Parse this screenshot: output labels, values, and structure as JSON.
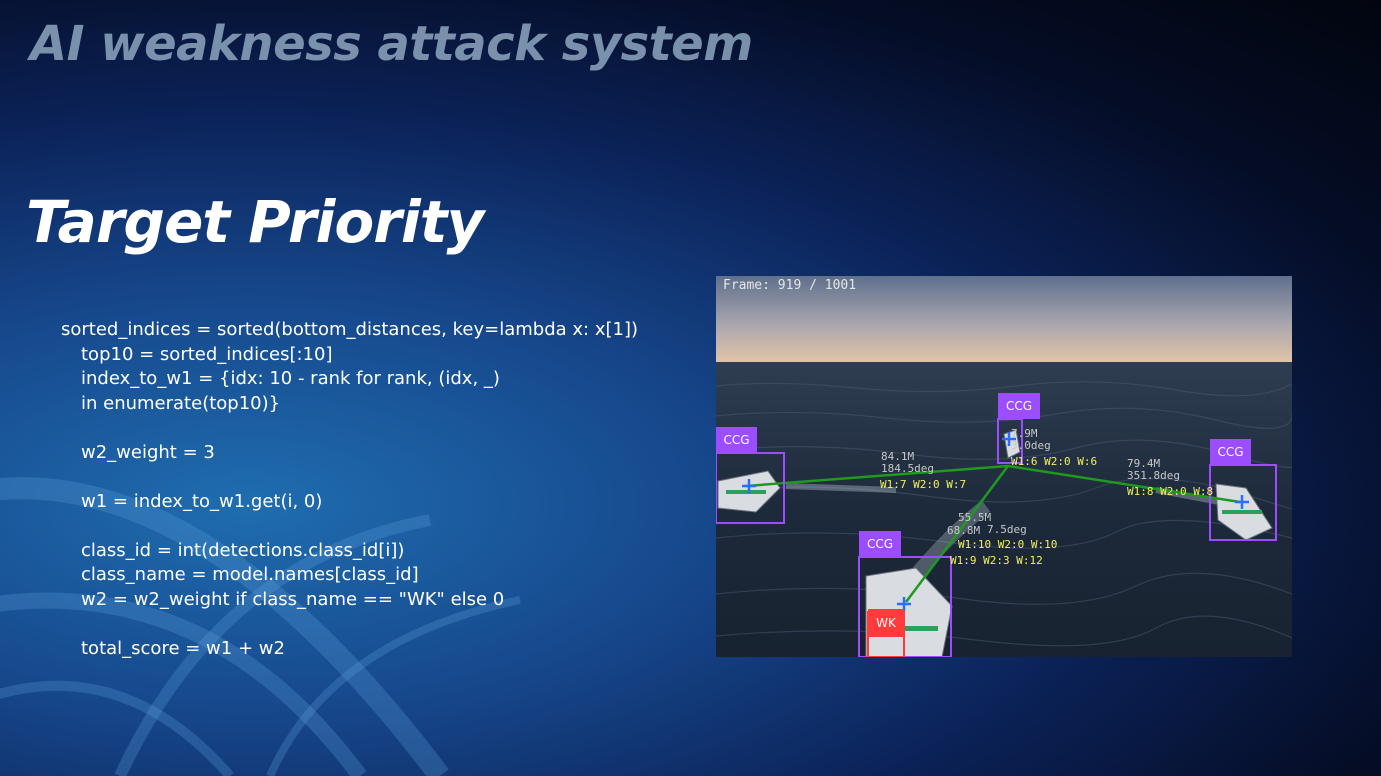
{
  "app_title": "AI weakness attack system",
  "section_title": "Target Priority",
  "code_lines": [
    "sorted_indices = sorted(bottom_distances, key=lambda x: x[1])",
    "top10 = sorted_indices[:10]",
    "index_to_w1 = {idx: 10 - rank for rank, (idx, _)",
    "in enumerate(top10)}",
    "w2_weight = 3",
    "w1 = index_to_w1.get(i, 0)",
    "class_id = int(detections.class_id[i])",
    "class_name = model.names[class_id]",
    "w2 = w2_weight if class_name == \"WK\" else 0",
    "total_score = w1 + w2"
  ],
  "detection_frame": {
    "frame_counter": "Frame: 919 / 1001",
    "colors": {
      "box": "#9b4dff",
      "wk_tag": "#ff3b3b",
      "link_line": "#1f9a1f",
      "cross": "#2a6cff",
      "weight_text": "#f2f25a"
    },
    "detections": [
      {
        "class": "CCG",
        "dist": "84.1M",
        "angle": "184.5deg",
        "weights": "W1:7 W2:0 W:7"
      },
      {
        "class": "CCG",
        "dist": "7.9M",
        "angle": "3.0deg",
        "weights": "W1:6 W2:0 W:6"
      },
      {
        "class": "CCG",
        "dist": "79.4M",
        "angle": "351.8deg",
        "weights": "W1:8 W2:0 W:8"
      },
      {
        "class": "CCG",
        "dist": "55.5M",
        "angle": "",
        "weights": "W1:10 W2:0 W:10"
      },
      {
        "class": "WK",
        "dist": "68.8M",
        "angle": "7.5deg",
        "weights": "W1:9 W2:3 W:12"
      }
    ]
  }
}
